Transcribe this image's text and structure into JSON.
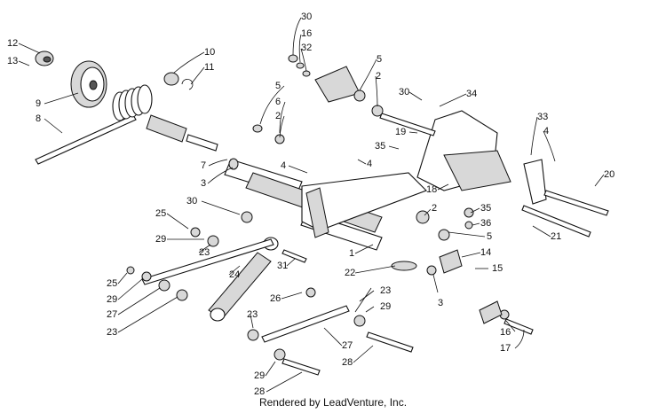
{
  "footer": {
    "text": "Rendered by LeadVenture, Inc."
  },
  "labels": [
    "30",
    "16",
    "32",
    "12",
    "13",
    "10",
    "11",
    "9",
    "8",
    "5",
    "2",
    "30",
    "34",
    "5",
    "6",
    "2",
    "19",
    "33",
    "4",
    "7",
    "3",
    "4",
    "4",
    "35",
    "20",
    "18",
    "30",
    "2",
    "35",
    "36",
    "25",
    "29",
    "23",
    "5",
    "21",
    "31",
    "1",
    "22",
    "14",
    "15",
    "25",
    "29",
    "24",
    "27",
    "23",
    "26",
    "23",
    "29",
    "3",
    "23",
    "27",
    "16",
    "17",
    "28",
    "29",
    "28"
  ]
}
